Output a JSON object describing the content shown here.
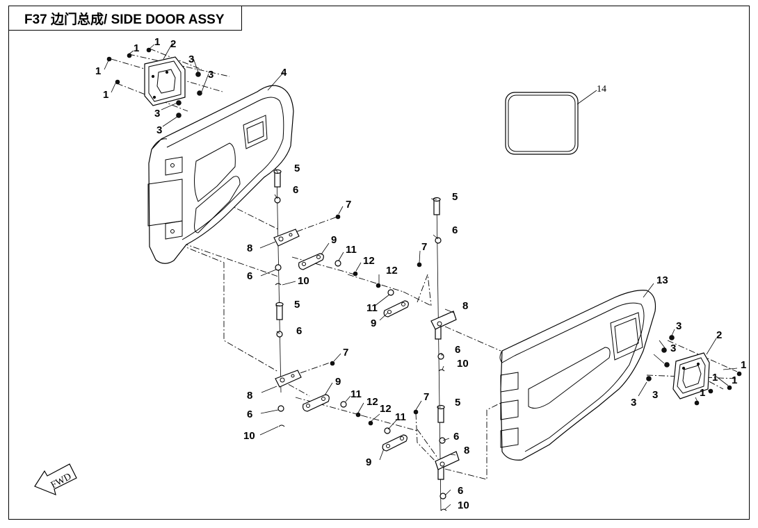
{
  "title": "F37 边门总成/ SIDE DOOR ASSY",
  "fwd_label": "FWD",
  "labels": {
    "l1a": "1",
    "l1b": "1",
    "l1c": "1",
    "l1d": "1",
    "l2a": "2",
    "l3a": "3",
    "l3b": "3",
    "l3c": "3",
    "l3d": "3",
    "l4": "4",
    "l5a": "5",
    "l6a": "6",
    "l7a": "7",
    "l8a": "8",
    "l9a": "9",
    "l11a": "11",
    "l12a": "12",
    "l6b": "6",
    "l10a": "10",
    "l5b": "5",
    "l6c": "6",
    "l7b": "7",
    "l8b": "8",
    "l9b": "9",
    "l11b": "11",
    "l12b": "12",
    "l6d": "6",
    "l10b": "10",
    "l5c": "5",
    "l6e": "6",
    "l7c": "7",
    "l12c": "12",
    "l11c": "11",
    "l9c": "9",
    "l8c": "8",
    "l6f": "6",
    "l10c": "10",
    "l7d": "7",
    "l5d": "5",
    "l12d": "12",
    "l11d": "11",
    "l9d": "9",
    "l6g": "6",
    "l8d": "8",
    "l6h": "6",
    "l10d": "10",
    "l13": "13",
    "l14": "14",
    "l3e": "3",
    "l3f": "3",
    "l3g": "3",
    "l3h": "3",
    "l2b": "2",
    "l1e": "1",
    "l1f": "1",
    "l1g": "1",
    "l1h": "1"
  }
}
